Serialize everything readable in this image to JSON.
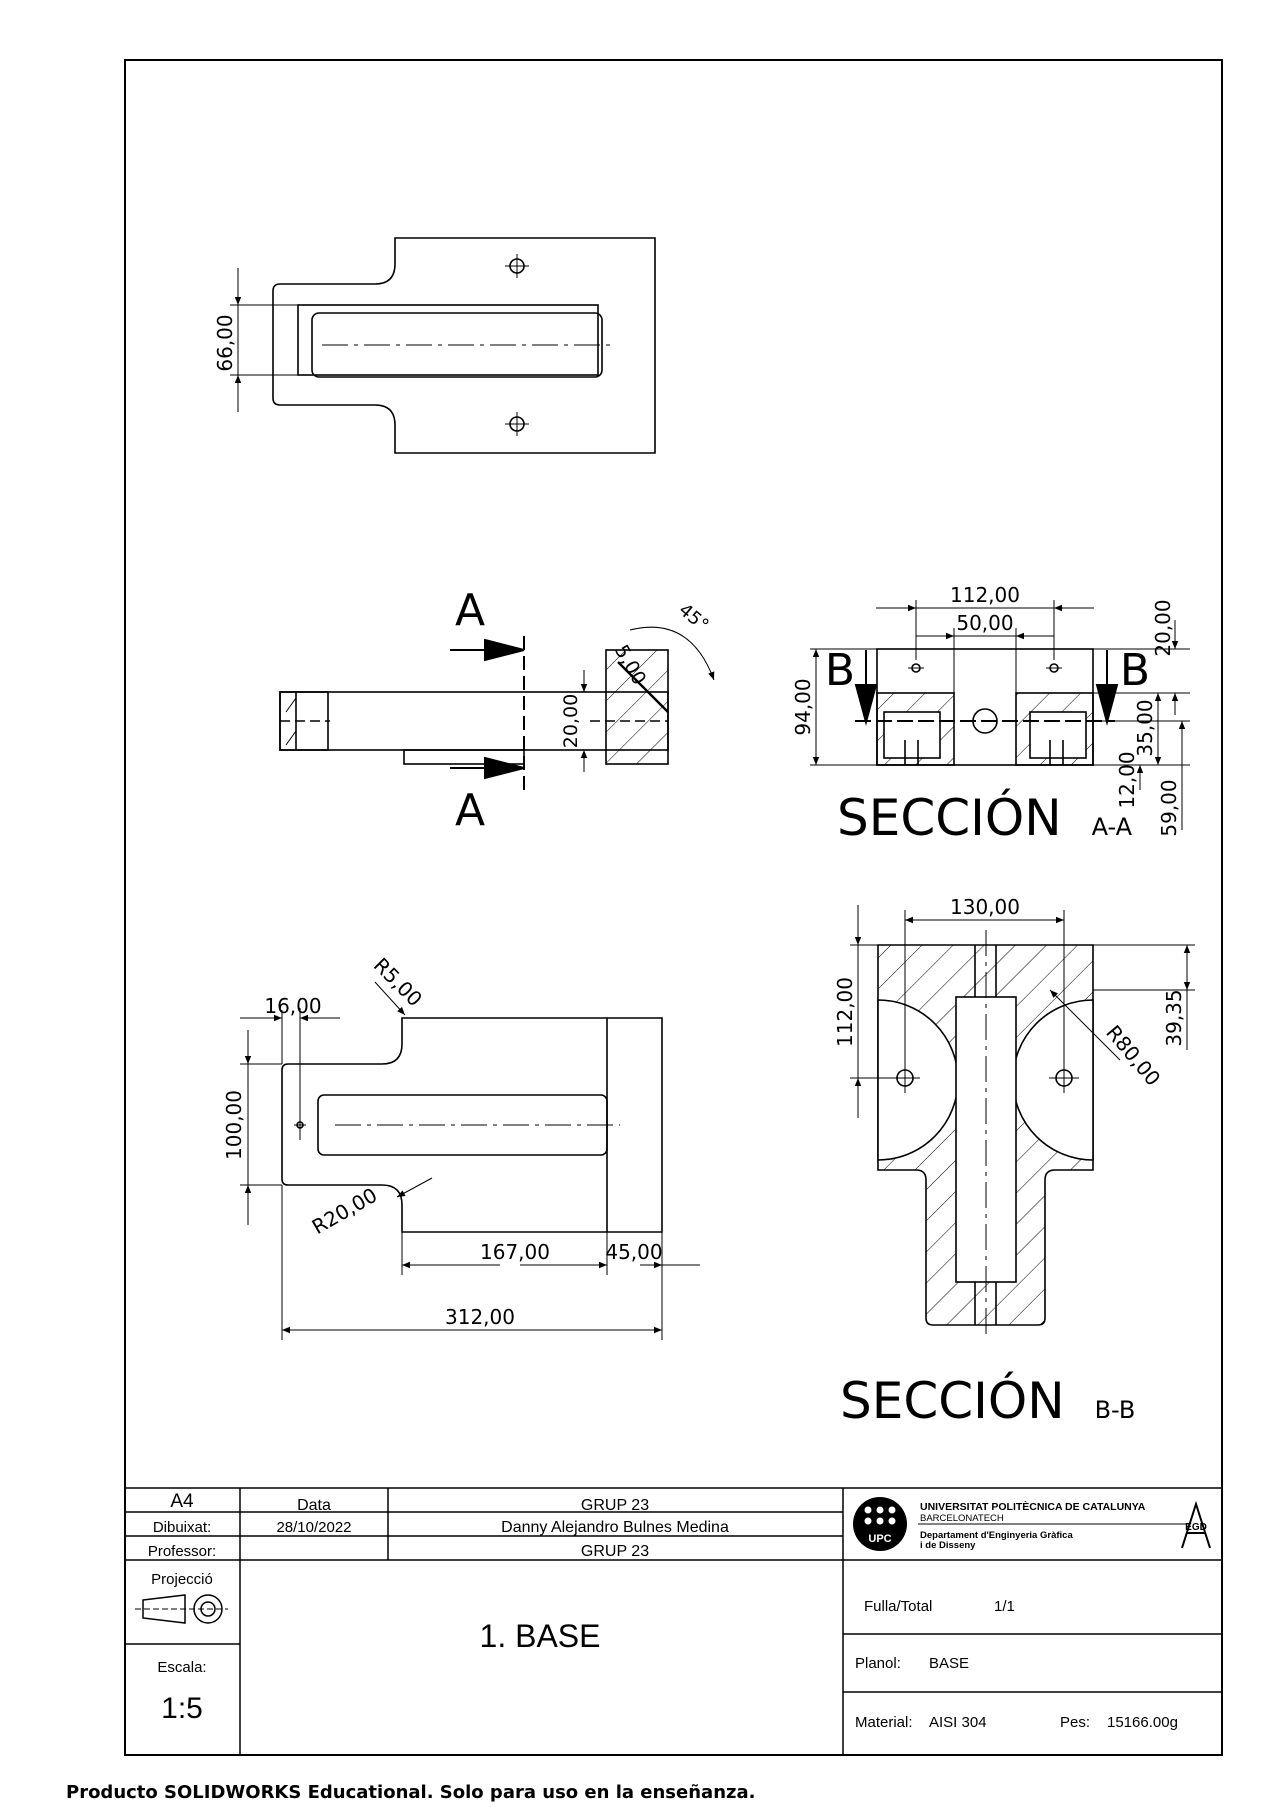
{
  "dimensions": {
    "top_66": "66,00",
    "front_20": "20,00",
    "front_5": "5,00",
    "front_45": "45°",
    "sec_112": "112,00",
    "sec_50": "50,00",
    "sec_94": "94,00",
    "sec_20": "20,00",
    "sec_35": "35,00",
    "sec_12": "12,00",
    "sec_59": "59,00",
    "bot_16": "16,00",
    "bot_r5": "R5,00",
    "bot_100": "100,00",
    "bot_r20": "R20,00",
    "bot_167": "167,00",
    "bot_45": "45,00",
    "bot_312": "312,00",
    "secb_130": "130,00",
    "secb_112": "112,00",
    "secb_39": "39,35",
    "secb_r80": "R80,00"
  },
  "labels": {
    "cut_a": "A",
    "cut_b": "B",
    "section_aa_word": "SECCIÓN",
    "section_aa_id": "A-A",
    "section_bb_word": "SECCIÓN",
    "section_bb_id": "B-B"
  },
  "title_block": {
    "format": "A4",
    "date_label": "Data",
    "group_top": "GRUP 23",
    "drawn_label": "Dibuixat:",
    "date_value": "28/10/2022",
    "author": "Danny Alejandro Bulnes Medina",
    "professor_label": "Professor:",
    "group_bottom": "GRUP 23",
    "projection_label": "Projecció",
    "scale_label": "Escala:",
    "scale_value": "1:5",
    "drawing_title": "1. BASE",
    "university_line1": "UNIVERSITAT POLITÈCNICA DE CATALUNYA",
    "university_line2": "BARCELONATECH",
    "department_line1": "Departament d'Enginyeria Gràfica",
    "department_line2": "i de Disseny",
    "upc_logo": "UPC",
    "egd_logo": "EGD",
    "sheet_label": "Fulla/Total",
    "sheet_value": "1/1",
    "plan_label": "Planol:",
    "plan_value": "BASE",
    "material_label": "Material:",
    "material_value": "AISI 304",
    "weight_label": "Pes:",
    "weight_value": "15166.00g"
  },
  "footer": "Producto SOLIDWORKS Educational. Solo para uso en la enseñanza."
}
